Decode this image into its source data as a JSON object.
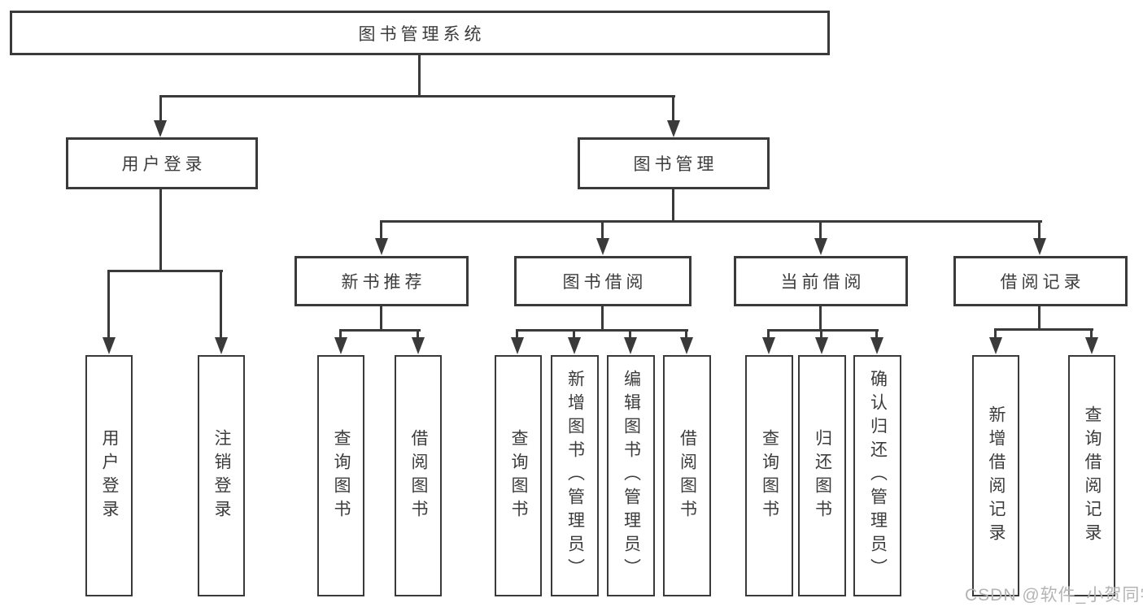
{
  "diagram": {
    "type": "tree",
    "root": {
      "label": "图书管理系统"
    },
    "branches": [
      {
        "label": "用户登录",
        "children": [
          {
            "label": "用户登录"
          },
          {
            "label": "注销登录"
          }
        ]
      },
      {
        "label": "图书管理",
        "children": [
          {
            "label": "新书推荐",
            "children": [
              {
                "label": "查询图书"
              },
              {
                "label": "借阅图书"
              }
            ]
          },
          {
            "label": "图书借阅",
            "children": [
              {
                "label": "查询图书"
              },
              {
                "label": "新增图书（管理员）"
              },
              {
                "label": "编辑图书（管理员）"
              },
              {
                "label": "借阅图书"
              }
            ]
          },
          {
            "label": "当前借阅",
            "children": [
              {
                "label": "查询图书"
              },
              {
                "label": "归还图书"
              },
              {
                "label": "确认归还（管理员）"
              }
            ]
          },
          {
            "label": "借阅记录",
            "children": [
              {
                "label": "新增借阅记录"
              },
              {
                "label": "查询借阅记录"
              }
            ]
          }
        ]
      }
    ],
    "watermark": "CSDN @软件_小贺同学",
    "colors": {
      "line": "#3a3a3a",
      "text": "#3c3c3c",
      "watermark": "#b4b4b4",
      "background": "#ffffff"
    }
  }
}
